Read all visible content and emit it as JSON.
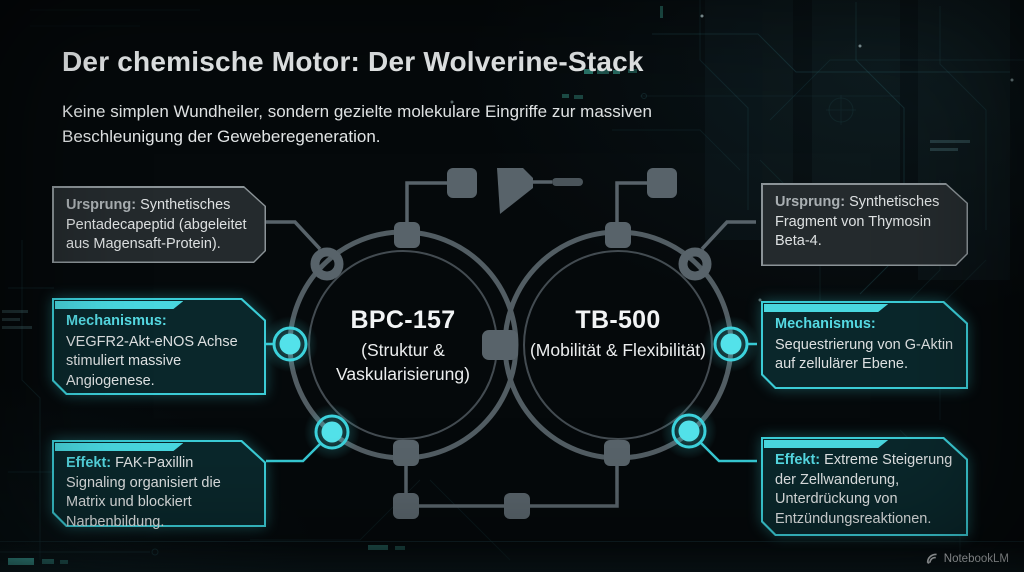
{
  "title": "Der chemische Motor: Der Wolverine-Stack",
  "subtitle": "Keine simplen Wundheiler, sondern gezielte molekulare Eingriffe zur massiven Beschleunigung der Geweberegeneration.",
  "colors": {
    "accent_cyan": "#3bccd6",
    "node_glow": "#53e2ea",
    "ring_gray": "#58636a",
    "box_border_gray": "#8b9397",
    "text": "#dde0e1"
  },
  "nodes": [
    {
      "name": "BPC-157",
      "subtitle": "(Struktur & Vaskularisierung)"
    },
    {
      "name": "TB-500",
      "subtitle": "(Mobilität & Flexibilität)"
    }
  ],
  "callouts": {
    "left": [
      {
        "label": "Ursprung:",
        "text": "Synthetisches Pentadecapeptid (abgeleitet aus Magensaft-Protein)."
      },
      {
        "label": "Mechanismus:",
        "text": "VEGFR2-Akt-eNOS Achse stimuliert massive Angiogenese."
      },
      {
        "label": "Effekt:",
        "text": "FAK-Paxillin Signaling organisiert die Matrix und blockiert Narbenbildung."
      }
    ],
    "right": [
      {
        "label": "Ursprung:",
        "text": "Synthetisches Fragment von Thymosin Beta-4."
      },
      {
        "label": "Mechanismus:",
        "text": "Sequestrierung von G-Aktin auf zellulärer Ebene."
      },
      {
        "label": "Effekt:",
        "text": "Extreme Steigerung der Zellwanderung, Unterdrückung von Entzündungsreaktionen."
      }
    ]
  },
  "footer": {
    "brand": "NotebookLM",
    "brand_icon": "notebooklm-logo"
  }
}
